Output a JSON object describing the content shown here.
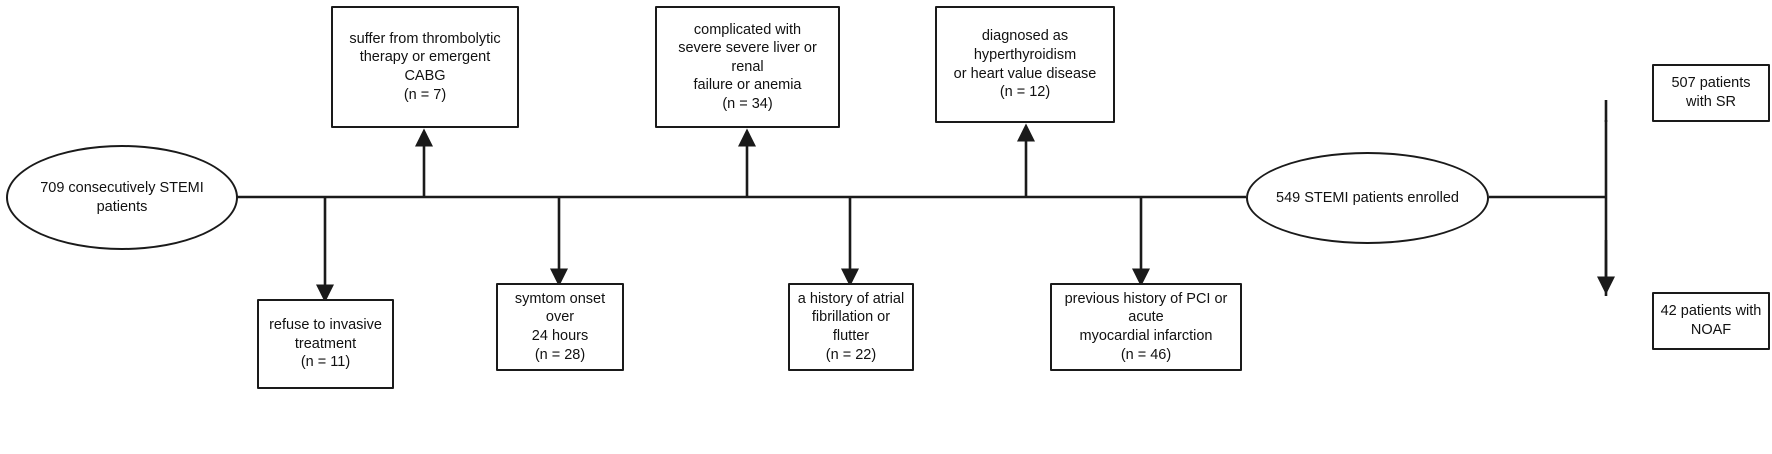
{
  "diagram": {
    "title": "STEMI patient enrollment flow diagram",
    "type": "flowchart",
    "line_color": "#1a1a1a",
    "text_color": "#111111",
    "background": "#ffffff",
    "nodes": {
      "start": {
        "shape": "ellipse",
        "text": "709 consecutively STEMI patients"
      },
      "enrolled": {
        "shape": "ellipse",
        "text": "549 STEMI patients enrolled"
      },
      "exclusion_top": [
        {
          "text": "suffer from thrombolytic\ntherapy or emergent  CABG\n(n = 7)",
          "n": 7
        },
        {
          "text": "complicated with\nsevere severe liver or renal\nfailure or anemia\n(n = 34)",
          "n": 34
        },
        {
          "text": "diagnosed as hyperthyroidism\nor heart value disease\n(n = 12)",
          "n": 12
        }
      ],
      "exclusion_bottom": [
        {
          "text": "refuse to invasive\ntreatment\n(n = 11)",
          "n": 11
        },
        {
          "text": "symtom onset over\n24 hours\n(n = 28)",
          "n": 28
        },
        {
          "text": "a history of atrial\nfibrillation or\nflutter\n(n = 22)",
          "n": 22
        },
        {
          "text": "previous history of PCI or acute\nmyocardial infarction\n(n = 46)",
          "n": 46
        }
      ],
      "outcomes": [
        {
          "text": "507 patients\nwith SR",
          "n": 507
        },
        {
          "text": "42 patients with\nNOAF",
          "n": 42
        }
      ]
    }
  }
}
